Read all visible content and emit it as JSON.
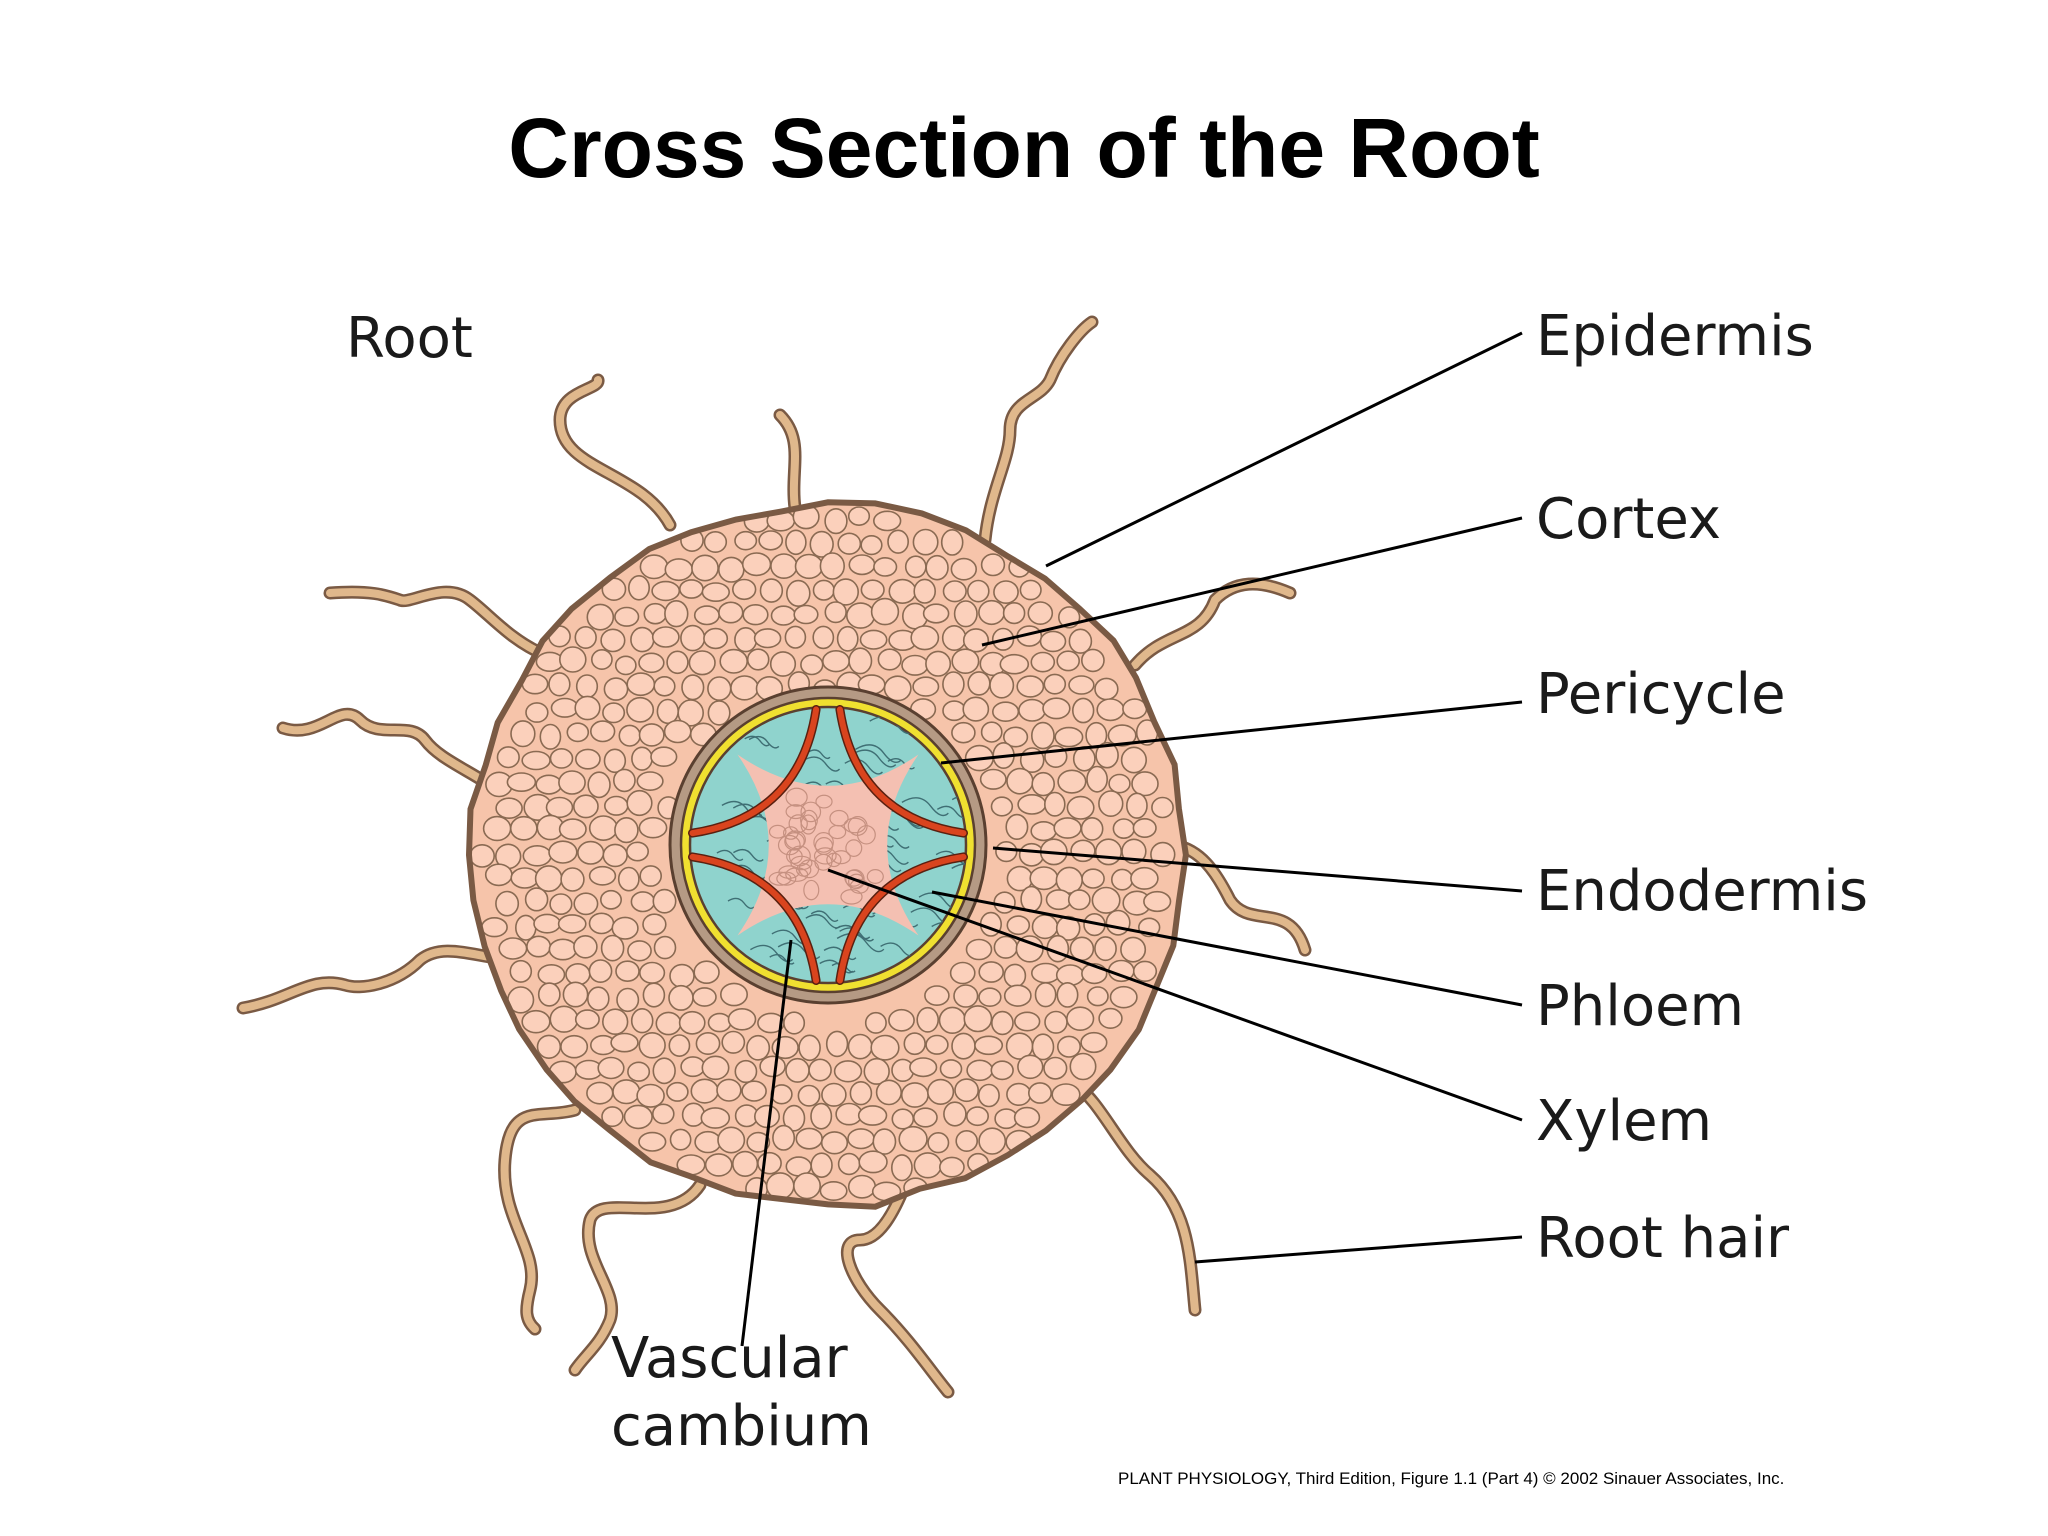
{
  "title": "Cross Section of the Root",
  "labels": {
    "root": "Root",
    "epidermis": "Epidermis",
    "cortex": "Cortex",
    "pericycle": "Pericycle",
    "endodermis": "Endodermis",
    "phloem": "Phloem",
    "xylem": "Xylem",
    "root_hair": "Root hair",
    "vascular_line1": "Vascular",
    "vascular_line2": "cambium"
  },
  "credit": "PLANT PHYSIOLOGY, Third Edition, Figure 1.1 (Part 4)  © 2002 Sinauer Associates, Inc.",
  "colors": {
    "cortex_fill": "#f6c4aa",
    "cortex_cell_outline": "#8a6a52",
    "outline": "#7a5a44",
    "root_hair": "#e0b88c",
    "stele_phloem": "#8fd3cd",
    "stele_center": "#f4c0b2",
    "pericycle_ring": "#f0e030",
    "xylem_arcs": "#d9441e"
  }
}
